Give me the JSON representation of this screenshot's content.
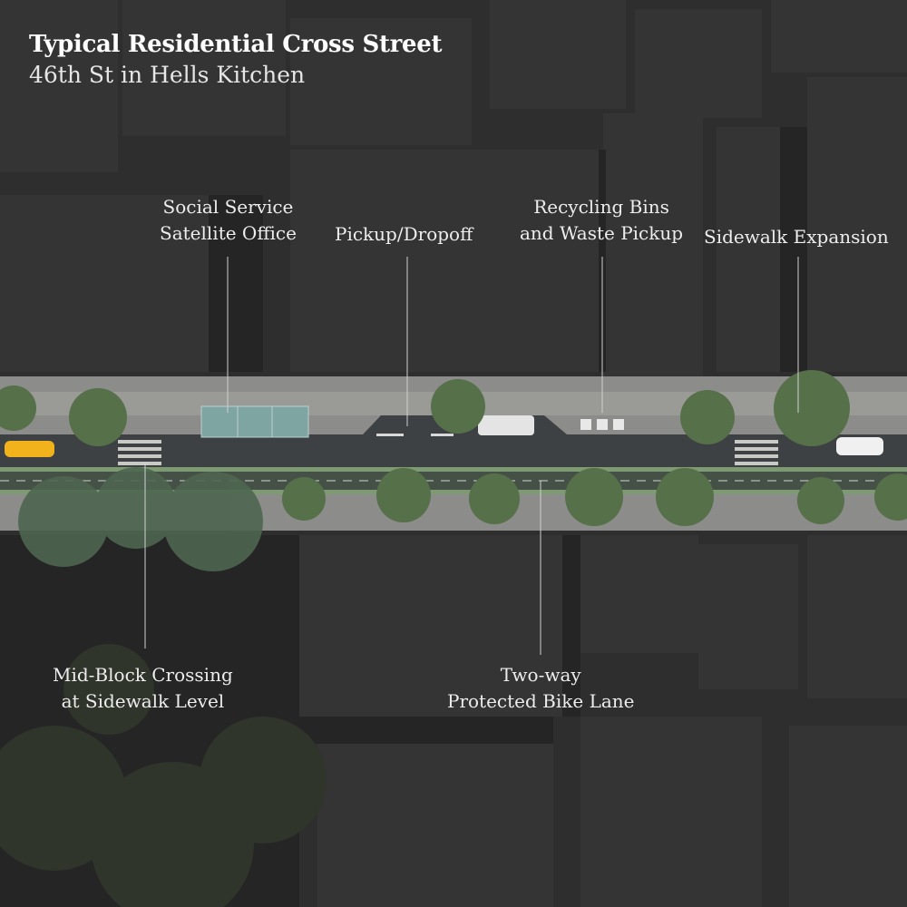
{
  "header": {
    "title": "Typical Residential Cross Street",
    "subtitle": "46th St in Hells Kitchen"
  },
  "callouts": [
    {
      "id": "social-service",
      "lines": [
        "Social Service",
        "Satellite Office"
      ]
    },
    {
      "id": "pickup-dropoff",
      "lines": [
        "Pickup/Dropoff"
      ]
    },
    {
      "id": "recycling",
      "lines": [
        "Recycling Bins",
        "and Waste Pickup"
      ]
    },
    {
      "id": "sidewalk-expansion",
      "lines": [
        "Sidewalk Expansion"
      ]
    },
    {
      "id": "mid-block-crossing",
      "lines": [
        "Mid-Block Crossing",
        "at Sidewalk Level"
      ]
    },
    {
      "id": "bike-lane",
      "lines": [
        "Two-way",
        "Protected Bike Lane"
      ]
    }
  ],
  "colors": {
    "background": "#2e2e2e",
    "sidewalk": "#8c8c8a",
    "roadway": "#3e4143",
    "bike_lane_buffer": "#7d9a73",
    "tree": "#56704a",
    "taxi": "#f2b21b",
    "satellite_office": "#7fa5a3"
  }
}
